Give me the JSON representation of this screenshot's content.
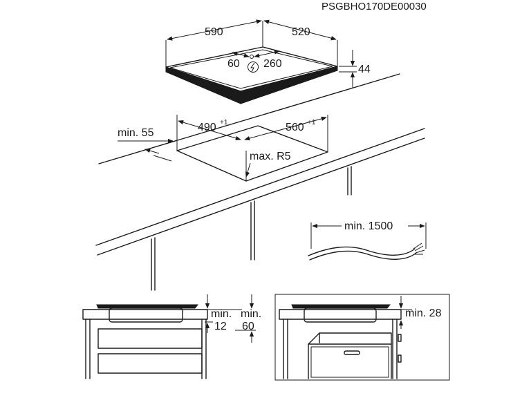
{
  "diagram": {
    "code": "PSGBHO170DE00030",
    "hob": {
      "width": "590",
      "depth": "520",
      "height": "44",
      "offset_x": "60",
      "offset_y": "260",
      "power_icon": "lightning-bolt-icon"
    },
    "cutout": {
      "width": "490",
      "width_tol": "+1",
      "depth": "560",
      "depth_tol": "+1",
      "edge_min": "min. 55",
      "radius": "max. R5"
    },
    "cable": {
      "length": "min. 1500"
    },
    "side_left": {
      "clear_top_prefix": "min.",
      "clear_top": "12",
      "clear_bottom_prefix": "min.",
      "clear_bottom": "60"
    },
    "side_right": {
      "clear_top": "min. 28"
    }
  }
}
